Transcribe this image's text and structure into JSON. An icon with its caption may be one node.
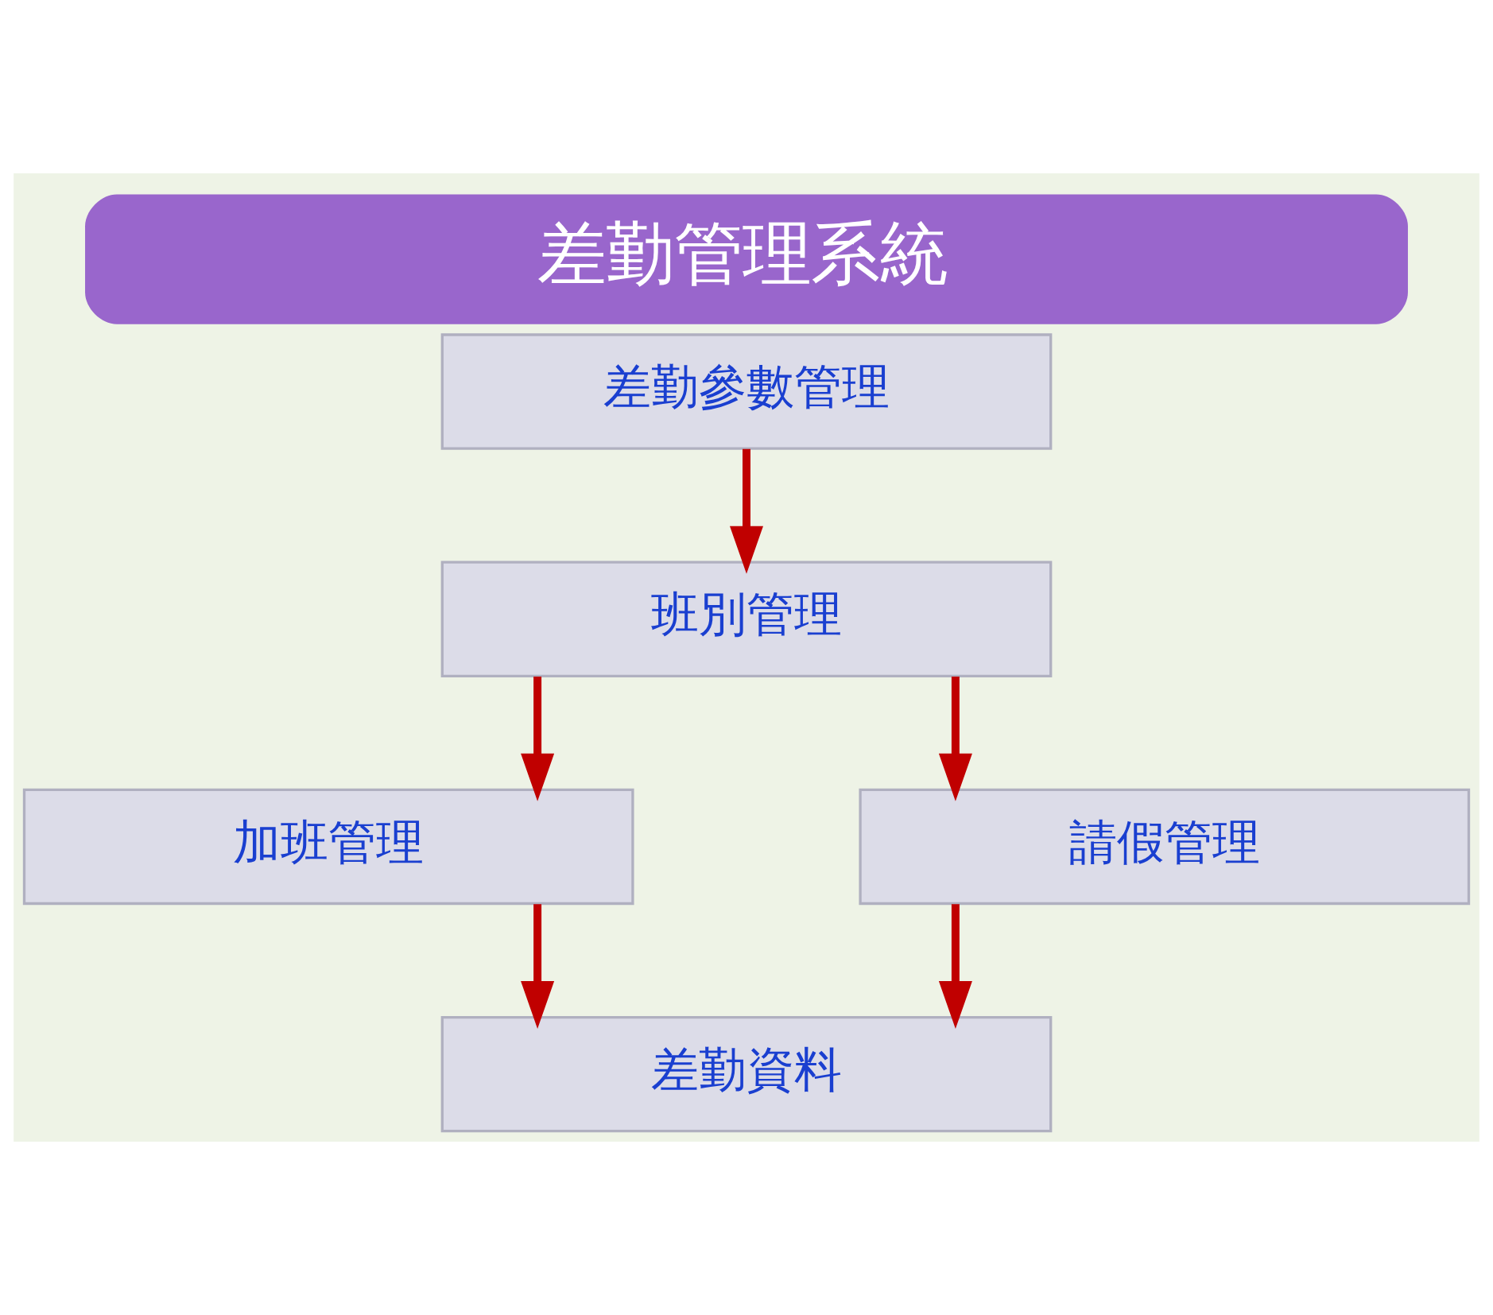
{
  "diagram": {
    "title": "差勤管理系統",
    "nodes": [
      {
        "text": [
          "差勤參數管理"
        ]
      },
      {
        "text": [
          "班別管理"
        ]
      },
      {
        "text": [
          "加班管理"
        ]
      },
      {
        "text": [
          "請假管理"
        ]
      },
      {
        "text": [
          "差勤資料"
        ]
      }
    ],
    "edges": [
      {
        "from": 0,
        "to": 1,
        "arrow": "to"
      },
      {
        "from": 1,
        "to": 2,
        "arrow": "to"
      },
      {
        "from": 1,
        "to": 3,
        "arrow": "to"
      },
      {
        "from": 2,
        "to": 4,
        "arrow": "to"
      },
      {
        "from": 3,
        "to": 4,
        "arrow": "to"
      }
    ]
  }
}
